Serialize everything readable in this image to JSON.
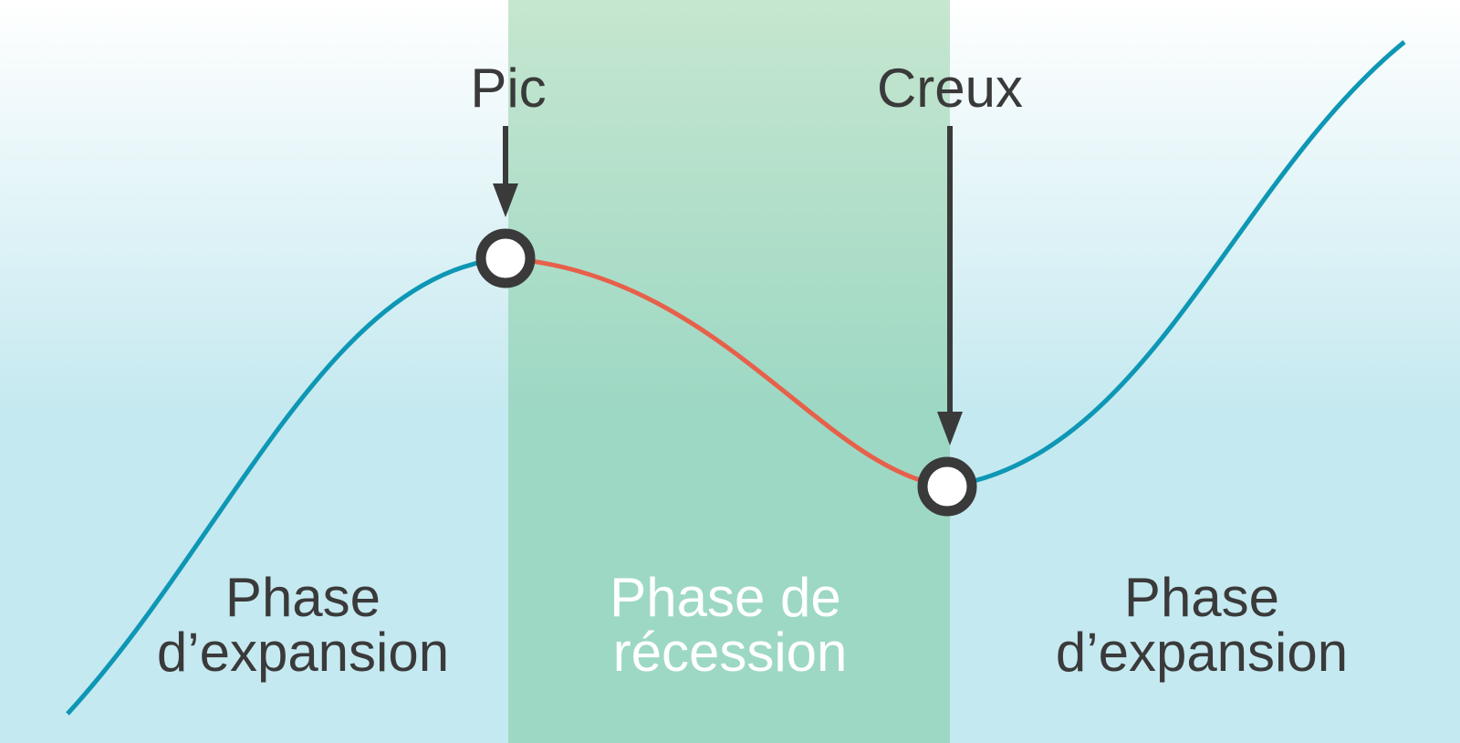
{
  "labels": {
    "peak": "Pic",
    "trough": "Creux",
    "phase_left": [
      "Phase",
      "d’expansion"
    ],
    "phase_middle": [
      "Phase de",
      "récession"
    ],
    "phase_right": [
      "Phase",
      "d’expansion"
    ]
  },
  "colors": {
    "expansion_background": "#c5e9f0",
    "recession_background": "#9dd8c4",
    "expansion_curve": "#0e97b5",
    "recession_curve": "#e7604a",
    "markers": "#3a3a3a",
    "marker_fill": "#ffffff"
  },
  "icons": [
    "peak-arrow-icon",
    "trough-arrow-icon"
  ]
}
